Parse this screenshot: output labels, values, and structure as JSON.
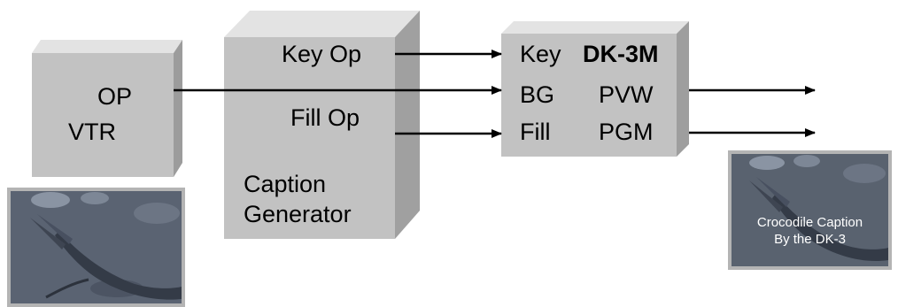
{
  "vtr": {
    "output_label": "OP",
    "name": "VTR"
  },
  "caption_generator": {
    "key_output_label": "Key Op",
    "fill_output_label": "Fill Op",
    "name_line1": "Caption",
    "name_line2": "Generator"
  },
  "switcher": {
    "key_input_label": "Key",
    "model": "DK-3M",
    "bg_input_label": "BG",
    "fill_input_label": "Fill",
    "preview_output_label": "PVW",
    "program_output_label": "PGM"
  },
  "output_preview": {
    "caption_line1": "Crocodile Caption",
    "caption_line2": "By the DK-3"
  },
  "colors": {
    "box_front": "#c2c2c2",
    "box_top": "#e2e2e2",
    "box_side": "#9e9e9e",
    "photo_border": "#b4b4b4"
  }
}
